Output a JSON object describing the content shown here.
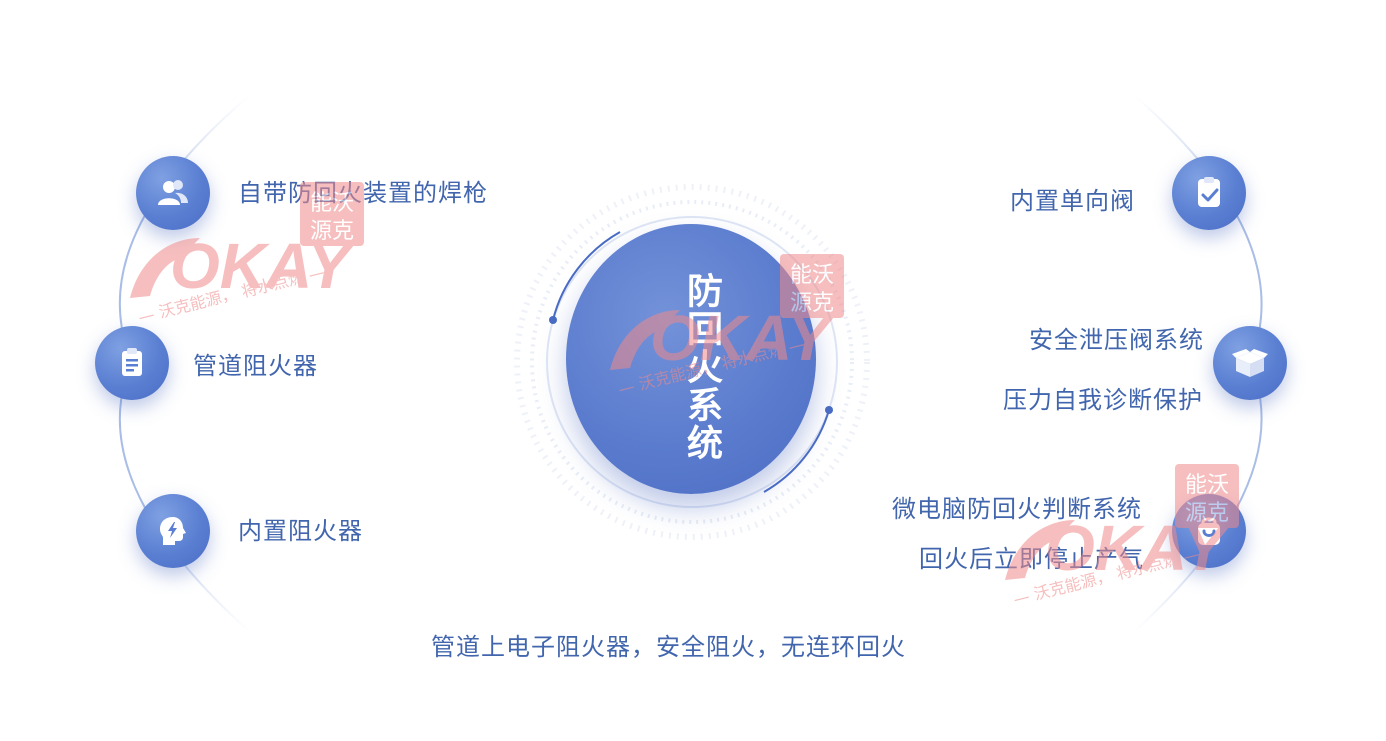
{
  "center": {
    "title": "防回火系统"
  },
  "left_items": [
    {
      "icon": "users-icon",
      "label": "自带防回火装置的焊枪"
    },
    {
      "icon": "clipboard-icon",
      "label": "管道阻火器"
    },
    {
      "icon": "head-bolt-icon",
      "label": "内置阻火器"
    }
  ],
  "right_items": [
    {
      "icon": "clipboard-check-icon",
      "lines": [
        "内置单向阀"
      ]
    },
    {
      "icon": "box-icon",
      "lines": [
        "安全泄压阀系统",
        "压力自我诊断保护"
      ]
    },
    {
      "icon": "bag-icon",
      "lines": [
        "微电脑防回火判断系统",
        "回火后立即停止产气"
      ]
    }
  ],
  "footer": {
    "text": "管道上电子阻火器，安全阻火，无连环回火"
  },
  "watermark": {
    "logo_text": "OKAY",
    "stamp_text": [
      "能沃",
      "源克"
    ],
    "tagline": "— 沃克能源，  将水点燃 —"
  },
  "colors": {
    "accent": "#5a7fd2",
    "text": "#4266ad",
    "watermark": "#f08a8a"
  }
}
